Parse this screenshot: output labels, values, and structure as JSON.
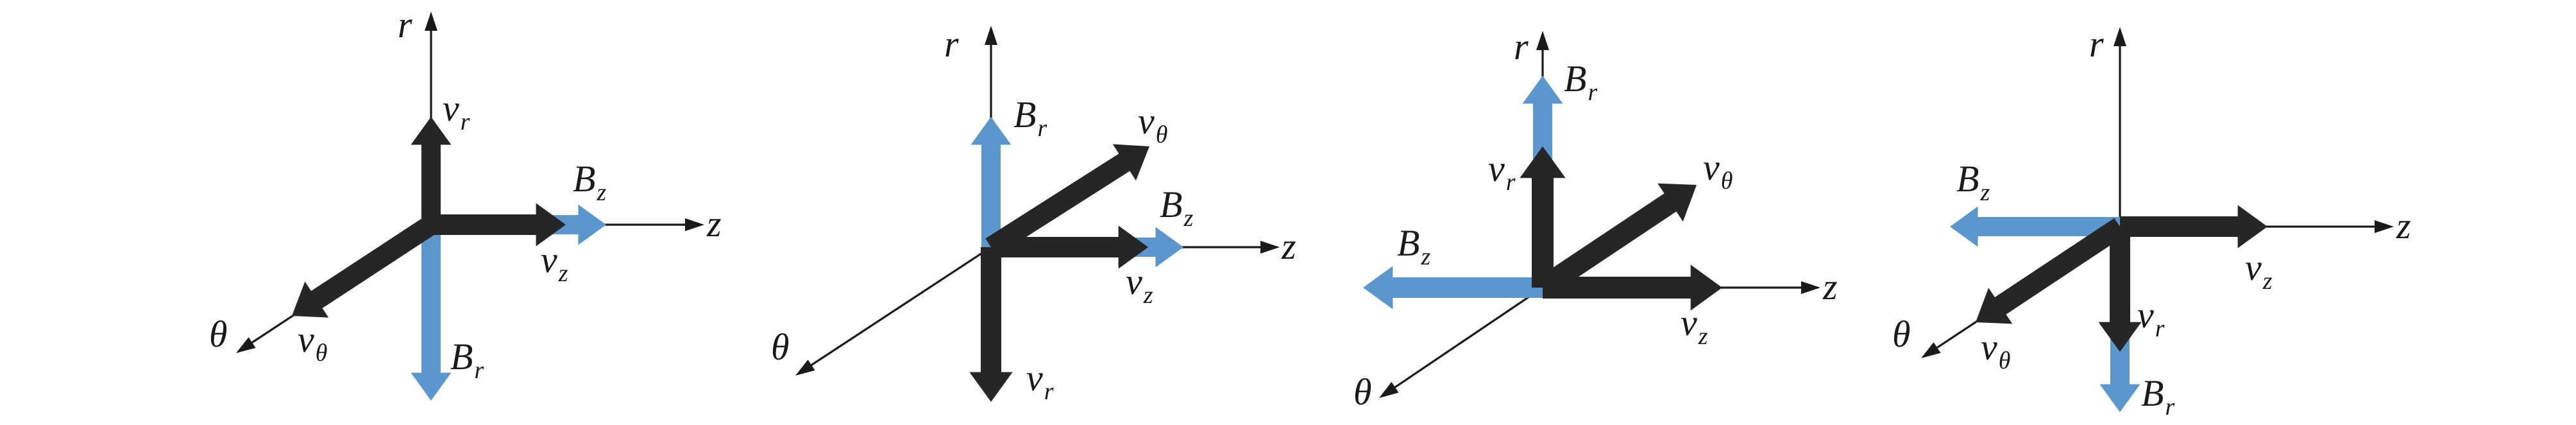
{
  "colors": {
    "velocity": "#262626",
    "field": "#5b96cd",
    "axis": "#1a1a1a",
    "background": "#ffffff"
  },
  "panels": [
    {
      "id": "panel-1",
      "axis_labels": {
        "r": "r",
        "z": "z",
        "theta": "θ"
      },
      "vectors": [
        {
          "name": "B_z",
          "base": "B",
          "sub": "z",
          "kind": "field",
          "direction": "+z"
        },
        {
          "name": "B_r",
          "base": "B",
          "sub": "r",
          "kind": "field",
          "direction": "-r"
        },
        {
          "name": "v_r",
          "base": "v",
          "sub": "r",
          "kind": "velocity",
          "direction": "+r"
        },
        {
          "name": "v_z",
          "base": "v",
          "sub": "z",
          "kind": "velocity",
          "direction": "+z"
        },
        {
          "name": "v_theta",
          "base": "v",
          "sub": "θ",
          "kind": "velocity",
          "direction": "+θ"
        }
      ]
    },
    {
      "id": "panel-2",
      "axis_labels": {
        "r": "r",
        "z": "z",
        "theta": "θ"
      },
      "vectors": [
        {
          "name": "B_r",
          "base": "B",
          "sub": "r",
          "kind": "field",
          "direction": "+r"
        },
        {
          "name": "B_z",
          "base": "B",
          "sub": "z",
          "kind": "field",
          "direction": "+z"
        },
        {
          "name": "v_theta",
          "base": "v",
          "sub": "θ",
          "kind": "velocity",
          "direction": "-θ"
        },
        {
          "name": "v_z",
          "base": "v",
          "sub": "z",
          "kind": "velocity",
          "direction": "+z"
        },
        {
          "name": "v_r",
          "base": "v",
          "sub": "r",
          "kind": "velocity",
          "direction": "-r"
        }
      ]
    },
    {
      "id": "panel-3",
      "axis_labels": {
        "r": "r",
        "z": "z",
        "theta": "θ"
      },
      "vectors": [
        {
          "name": "B_r",
          "base": "B",
          "sub": "r",
          "kind": "field",
          "direction": "+r"
        },
        {
          "name": "B_z",
          "base": "B",
          "sub": "z",
          "kind": "field",
          "direction": "-z"
        },
        {
          "name": "v_r",
          "base": "v",
          "sub": "r",
          "kind": "velocity",
          "direction": "+r"
        },
        {
          "name": "v_theta",
          "base": "v",
          "sub": "θ",
          "kind": "velocity",
          "direction": "-θ"
        },
        {
          "name": "v_z",
          "base": "v",
          "sub": "z",
          "kind": "velocity",
          "direction": "+z"
        }
      ]
    },
    {
      "id": "panel-4",
      "axis_labels": {
        "r": "r",
        "z": "z",
        "theta": "θ"
      },
      "vectors": [
        {
          "name": "B_z",
          "base": "B",
          "sub": "z",
          "kind": "field",
          "direction": "-z"
        },
        {
          "name": "v_z",
          "base": "v",
          "sub": "z",
          "kind": "velocity",
          "direction": "+z"
        },
        {
          "name": "B_r",
          "base": "B",
          "sub": "r",
          "kind": "field",
          "direction": "-r"
        },
        {
          "name": "v_r",
          "base": "v",
          "sub": "r",
          "kind": "velocity",
          "direction": "-r"
        },
        {
          "name": "v_theta",
          "base": "v",
          "sub": "θ",
          "kind": "velocity",
          "direction": "+θ"
        }
      ]
    }
  ]
}
